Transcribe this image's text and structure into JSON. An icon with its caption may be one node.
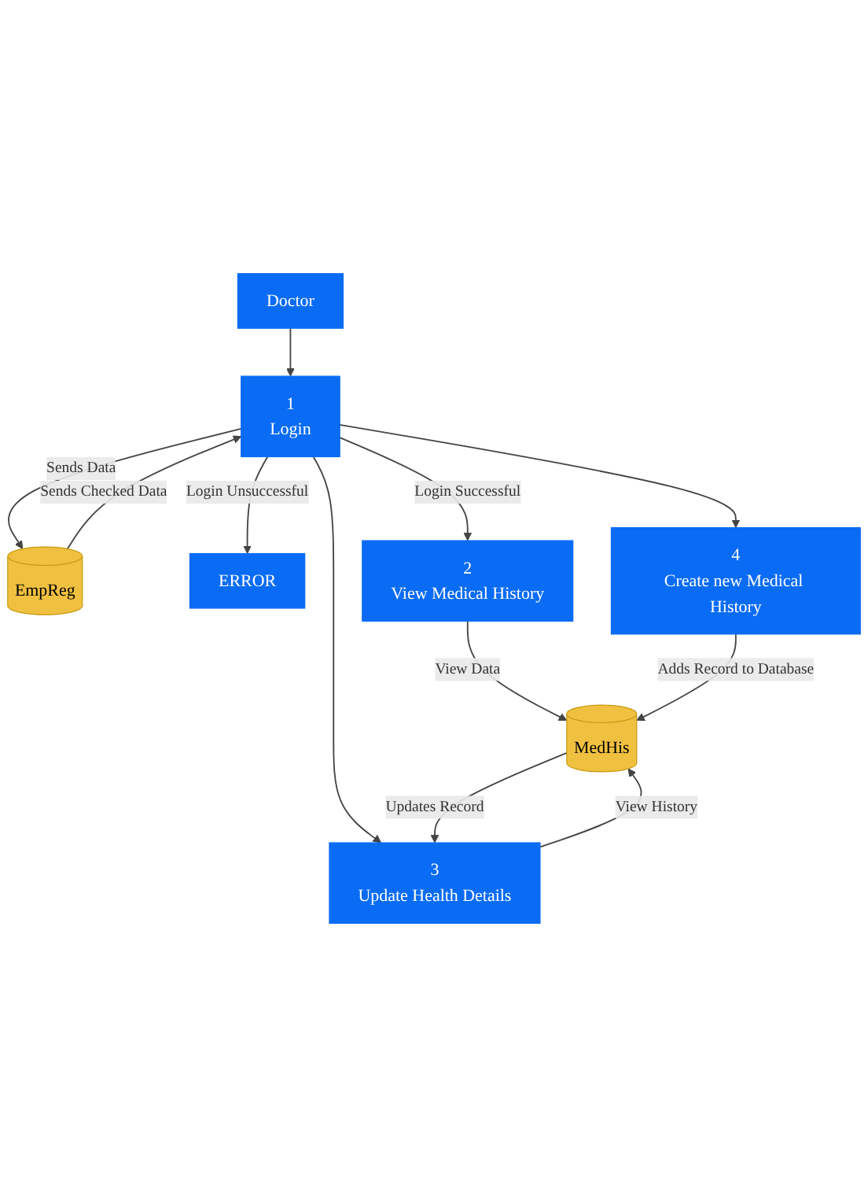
{
  "diagram": {
    "nodes": [
      {
        "text": [
          "Doctor"
        ]
      },
      {
        "text": [
          "1",
          "Login"
        ]
      },
      {
        "text": [
          "EmpReg"
        ]
      },
      {
        "text": [
          "ERROR"
        ]
      },
      {
        "text": [
          "2",
          "View Medical History"
        ]
      },
      {
        "text": [
          "3",
          "Update Health Details"
        ]
      },
      {
        "text": [
          "4",
          "Create new Medical History"
        ]
      },
      {
        "text": [
          "MedHis"
        ]
      }
    ],
    "edges": [
      {
        "from": 0,
        "to": 1,
        "arrow": "to"
      },
      {
        "from": 1,
        "to": 2,
        "arrow": "to",
        "label": "Sends Data"
      },
      {
        "from": 2,
        "to": 1,
        "arrow": "to",
        "label": "Sends Checked Data"
      },
      {
        "from": 1,
        "to": 3,
        "arrow": "to",
        "label": "Login Unsuccessful"
      },
      {
        "from": 1,
        "to": 4,
        "arrow": "to",
        "label": "Login Successful"
      },
      {
        "from": 1,
        "to": 5,
        "arrow": "to"
      },
      {
        "from": 1,
        "to": 6,
        "arrow": "to"
      },
      {
        "from": 4,
        "to": 7,
        "arrow": "to",
        "label": "View Data"
      },
      {
        "from": 5,
        "to": 7,
        "arrow": "to",
        "label": "View History"
      },
      {
        "from": 7,
        "to": 5,
        "arrow": "to",
        "label": "Updates Record"
      },
      {
        "from": 6,
        "to": 7,
        "arrow": "to",
        "label": "Adds Record to Database"
      }
    ]
  }
}
